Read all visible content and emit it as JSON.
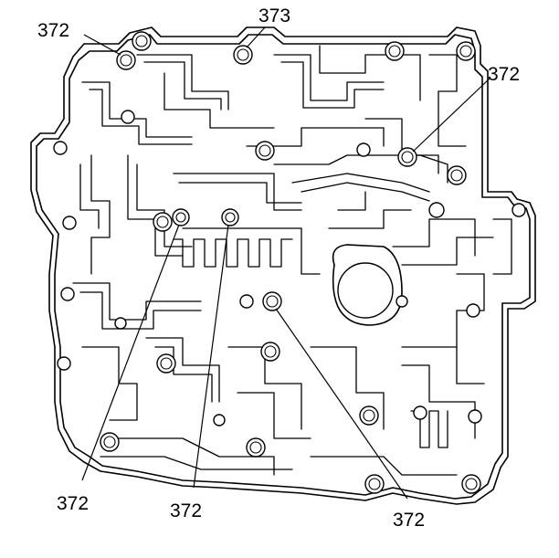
{
  "callouts": {
    "top_left": "372",
    "top_center": "373",
    "top_right": "372",
    "bottom_left": "372",
    "bottom_center": "372",
    "bottom_right": "372"
  }
}
